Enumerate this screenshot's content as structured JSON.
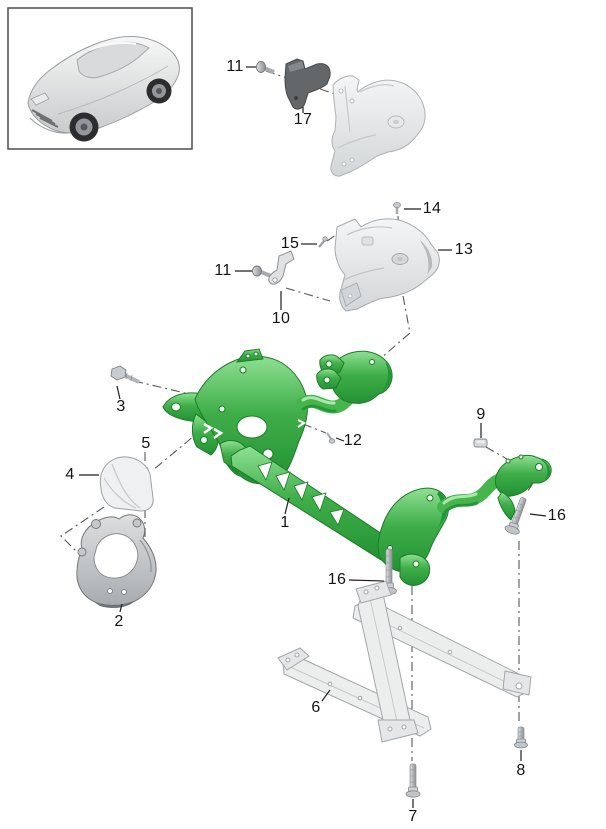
{
  "diagram": {
    "type": "exploded-parts-diagram",
    "vehicle_thumbnail": "silver-suv-three-quarter-front-view",
    "highlighted_parts": [
      "1"
    ],
    "colors": {
      "highlight_green": "#3fae49",
      "highlight_green_dark": "#1d7c28",
      "part_gray_light": "#eceeef",
      "part_gray_mid": "#c3c6c9",
      "part_gray_dark": "#63676a",
      "leader_line": "#1f1f1f",
      "dash_line": "#55585b",
      "label_text": "#141414"
    },
    "callouts": [
      {
        "label": "11"
      },
      {
        "label": "17"
      },
      {
        "label": "14"
      },
      {
        "label": "15"
      },
      {
        "label": "13"
      },
      {
        "label": "11"
      },
      {
        "label": "10"
      },
      {
        "label": "3"
      },
      {
        "label": "5"
      },
      {
        "label": "4"
      },
      {
        "label": "12"
      },
      {
        "label": "1"
      },
      {
        "label": "9"
      },
      {
        "label": "16"
      },
      {
        "label": "2"
      },
      {
        "label": "16"
      },
      {
        "label": "6"
      },
      {
        "label": "7"
      },
      {
        "label": "8"
      }
    ]
  }
}
